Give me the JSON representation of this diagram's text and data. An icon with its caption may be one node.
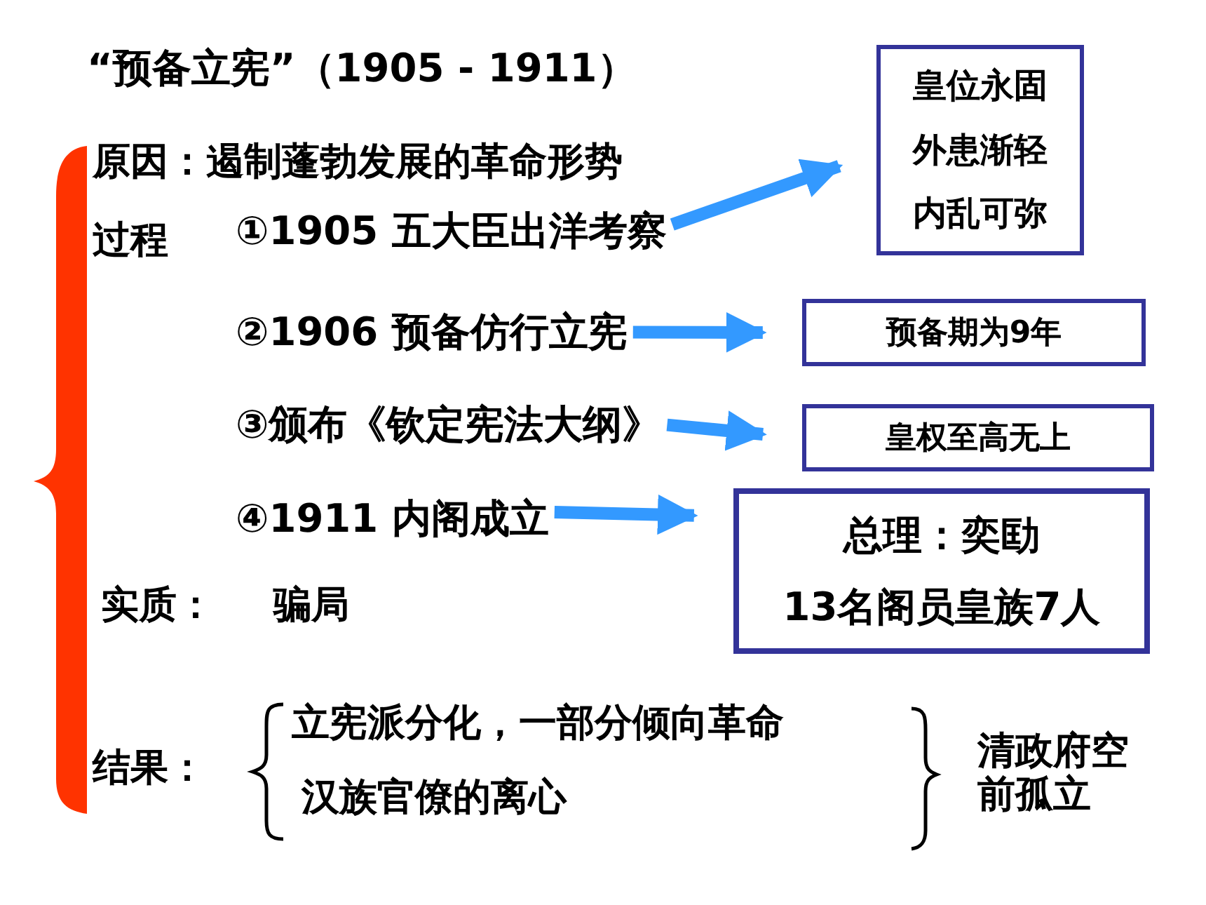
{
  "diagram": {
    "title": "“预备立宪”（1905 - 1911）",
    "nodes": [
      {
        "text": [
          "①1905 五大臣出洋考察"
        ]
      },
      {
        "text": [
          "皇位永固",
          "外患渐轻",
          "内乱可弥"
        ]
      },
      {
        "text": [
          "②1906 预备仿行立宪"
        ]
      },
      {
        "text": [
          "预备期为9年"
        ]
      },
      {
        "text": [
          "③颁布《钦定宪法大纲》"
        ]
      },
      {
        "text": [
          "皇权至高无上"
        ]
      },
      {
        "text": [
          "④1911 内阁成立"
        ]
      },
      {
        "text": [
          "总理：奕劻",
          "13名阁员皇族7人"
        ]
      }
    ],
    "edges": [
      {
        "from": 0,
        "to": 1,
        "arrow": "to"
      },
      {
        "from": 2,
        "to": 3,
        "arrow": "to"
      },
      {
        "from": 4,
        "to": 5,
        "arrow": "to"
      },
      {
        "from": 6,
        "to": 7,
        "arrow": "to"
      }
    ],
    "labels": [
      "原因：遏制蓬勃发展的革命形势",
      "过程",
      "实质：",
      "骗局",
      "结果：",
      "立宪派分化，一部分倾向革命",
      "汉族官僚的离心",
      "清政府空前孤立"
    ]
  }
}
